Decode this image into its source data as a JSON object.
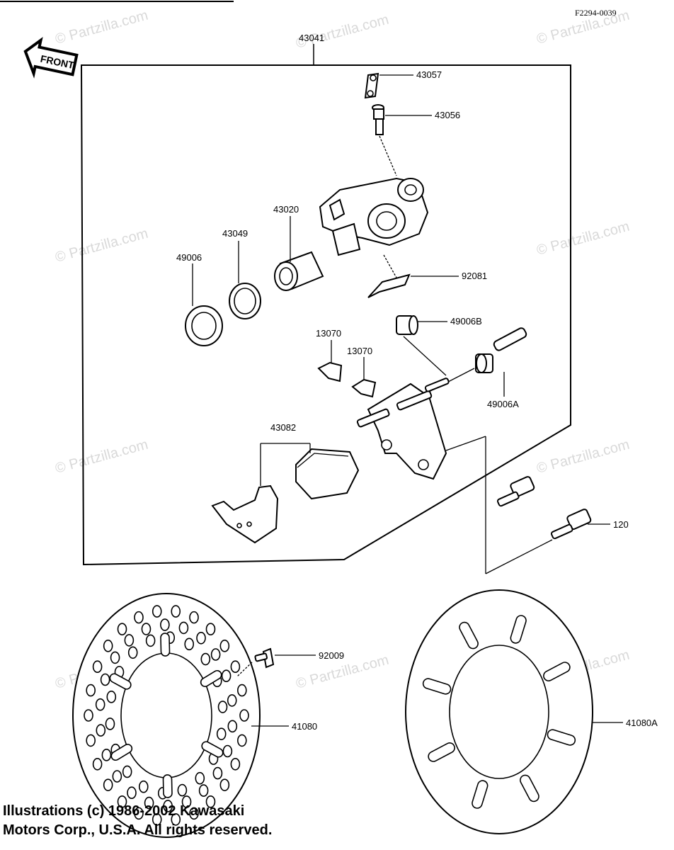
{
  "diagram_code": "F2294-0039",
  "front_arrow_text": "FRONT",
  "watermark_text": "© Partzilla.com",
  "copyright_lines": [
    "Illustrations (c) 1986-2002 Kawasaki",
    "Motors Corp., U.S.A.  All rights reserved."
  ],
  "part_labels": {
    "assembly": "43041",
    "banjo_bolt_plate": "43057",
    "bleeder_valve": "43056",
    "piston": "43020",
    "seal_piston": "43049",
    "dust_seal": "49006",
    "pad_spring": "92081",
    "boot_b": "49006B",
    "clip_a": "13070",
    "clip_b": "13070",
    "pin_boot_a": "49006A",
    "brake_pads": "43082",
    "bolt": "120",
    "disc_screw": "92009",
    "disc": "41080",
    "disc_alt": "41080A"
  }
}
